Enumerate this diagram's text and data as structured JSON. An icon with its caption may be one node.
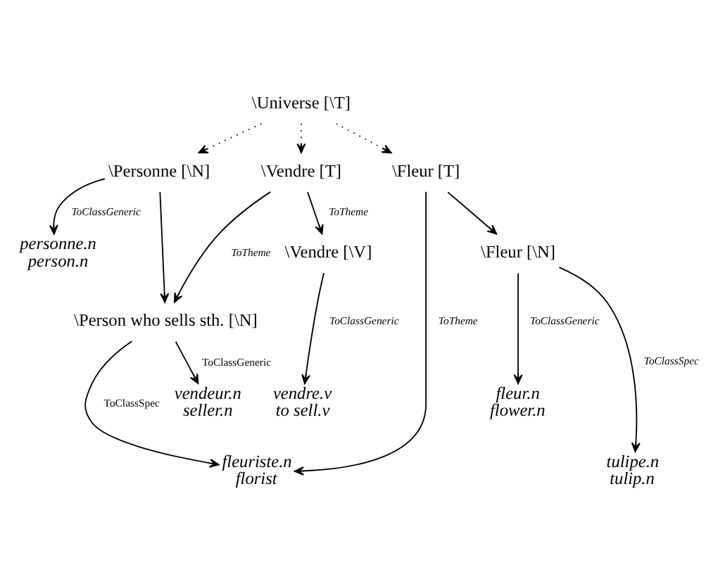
{
  "diagram": {
    "nodes": [
      {
        "text": [
          "\\Universe [\\T]"
        ]
      },
      {
        "text": [
          "\\Personne [\\N]"
        ]
      },
      {
        "text": [
          "\\Vendre [T]"
        ]
      },
      {
        "text": [
          "\\Fleur [T]"
        ]
      },
      {
        "text": [
          "\\Vendre [\\V]"
        ]
      },
      {
        "text": [
          "\\Fleur [\\N]"
        ]
      },
      {
        "text": [
          "personne.n",
          "person.n"
        ]
      },
      {
        "text": [
          "\\Person who sells sth. [\\N]"
        ]
      },
      {
        "text": [
          "vendre.v",
          "to sell.v"
        ]
      },
      {
        "text": [
          "fleur.n",
          "flower.n"
        ]
      },
      {
        "text": [
          "vendeur.n",
          "seller.n"
        ]
      },
      {
        "text": [
          "fleuriste.n",
          "florist"
        ]
      },
      {
        "text": [
          "tulipe.n",
          "tulip.n"
        ]
      }
    ],
    "edges": [
      {
        "from": 0,
        "to": 1,
        "arrow": "to",
        "style": "dashed"
      },
      {
        "from": 0,
        "to": 2,
        "arrow": "to",
        "style": "dashed"
      },
      {
        "from": 0,
        "to": 3,
        "arrow": "to",
        "style": "dashed"
      },
      {
        "from": 1,
        "to": 6,
        "arrow": "to",
        "label": "ToClassGeneric"
      },
      {
        "from": 1,
        "to": 7,
        "arrow": "to"
      },
      {
        "from": 2,
        "to": 7,
        "arrow": "to",
        "label": "ToTheme"
      },
      {
        "from": 2,
        "to": 4,
        "arrow": "to",
        "label": "ToTheme"
      },
      {
        "from": 3,
        "to": 11,
        "arrow": "to",
        "label": "ToTheme"
      },
      {
        "from": 3,
        "to": 5,
        "arrow": "to"
      },
      {
        "from": 4,
        "to": 8,
        "arrow": "to",
        "label": "ToClassGeneric"
      },
      {
        "from": 5,
        "to": 9,
        "arrow": "to",
        "label": "ToClassGeneric"
      },
      {
        "from": 5,
        "to": 12,
        "arrow": "to",
        "label": "ToClassSpec"
      },
      {
        "from": 7,
        "to": 10,
        "arrow": "to",
        "label": "ToClassGeneric"
      },
      {
        "from": 7,
        "to": 11,
        "arrow": "to",
        "label": "ToClassSpec"
      }
    ]
  }
}
